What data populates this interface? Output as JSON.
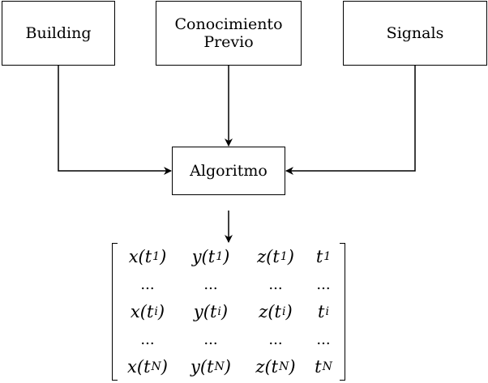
{
  "nodes": {
    "building": "Building",
    "conocimiento": "Conocimiento\nPrevio",
    "signals": "Signals",
    "algoritmo": "Algoritmo"
  },
  "matrix": {
    "rows": [
      [
        {
          "base": "x(t",
          "sub": "1",
          "close": ")"
        },
        {
          "base": "y(t",
          "sub": "1",
          "close": ")"
        },
        {
          "base": "z(t",
          "sub": "1",
          "close": ")"
        },
        {
          "base": "t",
          "sub": "1",
          "close": ""
        }
      ],
      [
        {
          "base": "...",
          "sub": "",
          "close": ""
        },
        {
          "base": "...",
          "sub": "",
          "close": ""
        },
        {
          "base": "...",
          "sub": "",
          "close": ""
        },
        {
          "base": "...",
          "sub": "",
          "close": ""
        }
      ],
      [
        {
          "base": "x(t",
          "sub": "i",
          "close": ")"
        },
        {
          "base": "y(t",
          "sub": "i",
          "close": ")"
        },
        {
          "base": "z(t",
          "sub": "i",
          "close": ")"
        },
        {
          "base": "t",
          "sub": "i",
          "close": ""
        }
      ],
      [
        {
          "base": "...",
          "sub": "",
          "close": ""
        },
        {
          "base": "...",
          "sub": "",
          "close": ""
        },
        {
          "base": "...",
          "sub": "",
          "close": ""
        },
        {
          "base": "...",
          "sub": "",
          "close": ""
        }
      ],
      [
        {
          "base": "x(t",
          "sub": "N",
          "close": ")"
        },
        {
          "base": "y(t",
          "sub": "N",
          "close": ")"
        },
        {
          "base": "z(t",
          "sub": "N",
          "close": ")"
        },
        {
          "base": "t",
          "sub": "N",
          "close": ""
        }
      ]
    ]
  }
}
